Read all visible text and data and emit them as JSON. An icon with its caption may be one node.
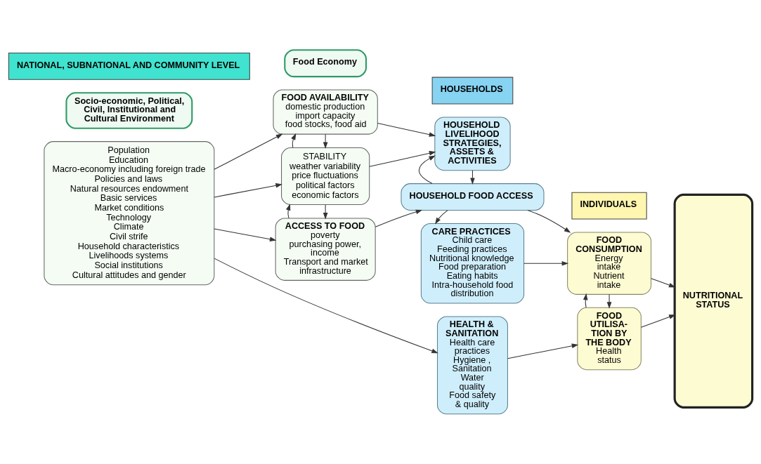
{
  "diagram": {
    "nodes": [
      {
        "text": [
          "NATIONAL, SUBNATIONAL AND COMMUNITY LEVEL"
        ]
      },
      {
        "text": [
          "HOUSEHOLDS"
        ]
      },
      {
        "text": [
          "INDIVIDUALS"
        ]
      },
      {
        "text": [
          "Socio-economic, Political, Civil, Institutional and Cultural Environment"
        ]
      },
      {
        "text": [
          "Food Economy"
        ]
      },
      {
        "text": [
          "Population",
          "Education",
          "Macro-economy including foreign trade",
          "Policies and laws",
          "Natural resources endowment",
          "Basic services",
          "Market conditions",
          "Technology",
          "Climate",
          "Civil strife",
          "Household characteristics",
          "Livelihoods systems",
          "Social institutions",
          "Cultural attitudes and gender"
        ]
      },
      {
        "text": [
          "FOOD AVAILABILITY",
          "domestic production",
          "import capacity",
          "food stocks, food aid"
        ]
      },
      {
        "text": [
          "STABILITY",
          "weather variability",
          "price fluctuations",
          "political factors",
          "economic factors"
        ]
      },
      {
        "text": [
          "ACCESS TO FOOD",
          "poverty",
          "purchasing power, income",
          "Transport and market infrastructure"
        ]
      },
      {
        "text": [
          "HOUSEHOLD LIVELIHOOD STRATEGIES, ASSETS & ACTIVITIES"
        ]
      },
      {
        "text": [
          "HOUSEHOLD FOOD ACCESS"
        ]
      },
      {
        "text": [
          "CARE PRACTICES",
          "Child care",
          "Feeding practices",
          "Nutritional knowledge",
          "Food preparation",
          "Eating habits",
          "Intra-household food distribution"
        ]
      },
      {
        "text": [
          "HEALTH & SANITATION",
          "Health care practices",
          "Hygiene , Sanitation",
          "Water quality",
          "Food safety & quality"
        ]
      },
      {
        "text": [
          "FOOD CONSUMPTION",
          "Energy intake",
          "Nutrient intake"
        ]
      },
      {
        "text": [
          "FOOD UTILISA- TION BY THE BODY",
          "Health status"
        ]
      },
      {
        "text": [
          "NUTRITIONAL STATUS"
        ]
      }
    ],
    "edges": [
      {
        "from": 5,
        "to": 6,
        "arrow": "to"
      },
      {
        "from": 5,
        "to": 7,
        "arrow": "to"
      },
      {
        "from": 5,
        "to": 8,
        "arrow": "to"
      },
      {
        "from": 5,
        "to": 12,
        "arrow": "to"
      },
      {
        "from": 6,
        "to": 7,
        "arrow": "to"
      },
      {
        "from": 7,
        "to": 6,
        "arrow": "to"
      },
      {
        "from": 7,
        "to": 8,
        "arrow": "to"
      },
      {
        "from": 8,
        "to": 7,
        "arrow": "to"
      },
      {
        "from": 6,
        "to": 9,
        "arrow": "to"
      },
      {
        "from": 7,
        "to": 9,
        "arrow": "to"
      },
      {
        "from": 8,
        "to": 10,
        "arrow": "to"
      },
      {
        "from": 9,
        "to": 10,
        "arrow": "to"
      },
      {
        "from": 10,
        "to": 9,
        "arrow": "to"
      },
      {
        "from": 10,
        "to": 11,
        "arrow": "to"
      },
      {
        "from": 10,
        "to": 13,
        "arrow": "to"
      },
      {
        "from": 11,
        "to": 13,
        "arrow": "to"
      },
      {
        "from": 12,
        "to": 14,
        "arrow": "to"
      },
      {
        "from": 13,
        "to": 14,
        "arrow": "to"
      },
      {
        "from": 14,
        "to": 13,
        "arrow": "to"
      },
      {
        "from": 13,
        "to": 15,
        "arrow": "to"
      },
      {
        "from": 14,
        "to": 15,
        "arrow": "to"
      }
    ]
  }
}
